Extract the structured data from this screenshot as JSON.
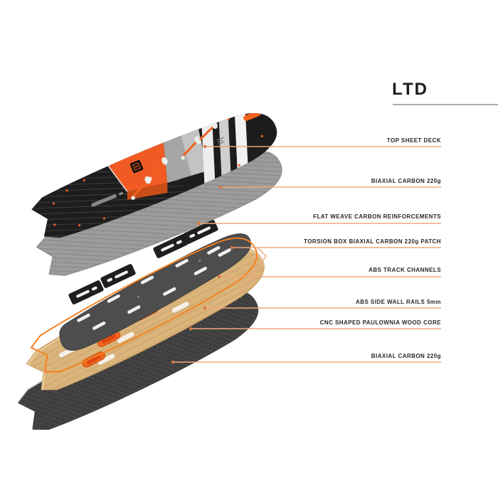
{
  "title": "LTD",
  "callouts": [
    {
      "label": "TOP SHEET DECK"
    },
    {
      "label": "BIAXIAL CARBON 220g"
    },
    {
      "label": "FLAT WEAVE CARBON REINFORCEMENTS"
    },
    {
      "label": "TORSION BOX BIAXIAL CARBON 220g PATCH"
    },
    {
      "label": "ABS TRACK CHANNELS"
    },
    {
      "label": "ABS SIDE WALL RAILS 5mm"
    },
    {
      "label": "CNC SHAPED PAULOWNIA WOOD CORE"
    },
    {
      "label": "BIAXIAL CARBON 220g"
    }
  ],
  "diagram": {
    "type": "exploded-board-construction",
    "layers_top_to_bottom": [
      "top sheet deck",
      "biaxial carbon 220g",
      "flat weave carbon reinforcements",
      "torsion box biaxial carbon 220g patch",
      "abs track channels",
      "abs side wall rails 5mm",
      "cnc shaped paulownia wood core",
      "biaxial carbon 220g"
    ]
  },
  "colors": {
    "accent_orange": "#F15B23",
    "track_insert_orange": "#F4651E",
    "leader_line": "#EDA87D",
    "leader_dot": "#DC7A3E",
    "label_text": "#2B2724",
    "title_text": "#1D1B1A",
    "title_rule_gray": "#ABABAB",
    "wood_core": "#D9B279",
    "carbon_bottom": "#404040",
    "carbon_sheet_gray": "#9C9C9C",
    "torsion_gray": "#4D4D4D",
    "deck_black": "#1D1D1D"
  }
}
